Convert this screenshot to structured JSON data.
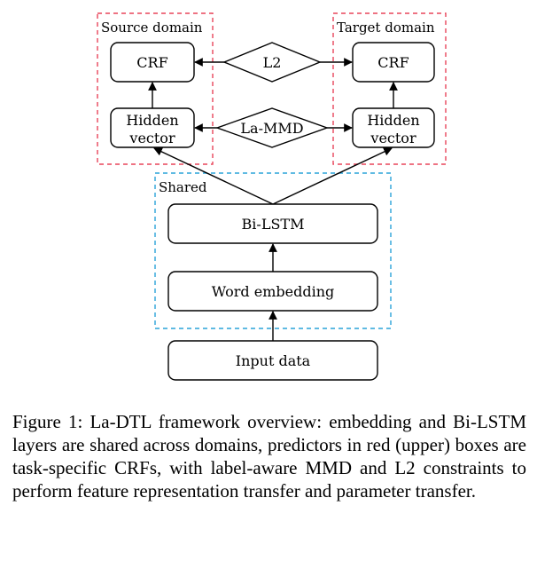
{
  "regions": {
    "source": {
      "label": "Source domain",
      "color": "#e8455a"
    },
    "target": {
      "label": "Target domain",
      "color": "#e8455a"
    },
    "shared": {
      "label": "Shared",
      "color": "#2aa3d8"
    }
  },
  "nodes": {
    "src_crf": "CRF",
    "src_hidden": [
      "Hidden",
      "vector"
    ],
    "tgt_crf": "CRF",
    "tgt_hidden": [
      "Hidden",
      "vector"
    ],
    "bilstm": "Bi-LSTM",
    "word_embedding": "Word embedding",
    "input_data": "Input data"
  },
  "links": {
    "l2": "L2",
    "la_mmd": "La-MMD"
  },
  "caption": "Figure 1: La-DTL framework overview: embedding and Bi-LSTM layers are shared across domains, predictors in red (upper) boxes are task-specific CRFs, with label-aware MMD and L2 constraints to perform feature representation transfer and parameter transfer."
}
